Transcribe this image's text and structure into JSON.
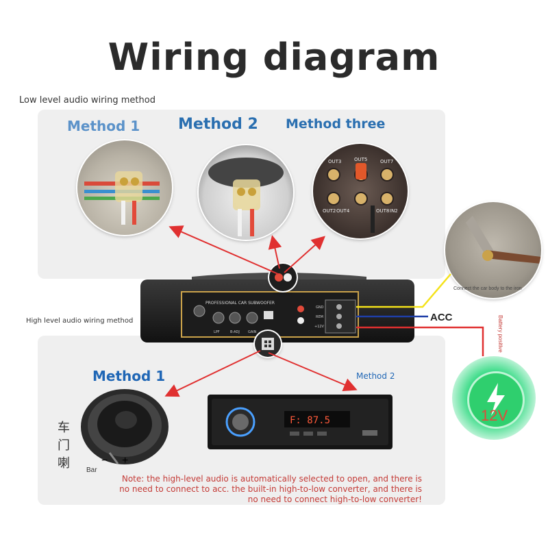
{
  "title": "Wiring diagram",
  "sections": {
    "low_level": "Low level audio wiring method",
    "high_level": "High level audio wiring method"
  },
  "low_methods": {
    "method1": "Method 1",
    "method2": "Method 2",
    "method3": "Method three"
  },
  "high_methods": {
    "method1": "Method 1",
    "method2": "Method 2"
  },
  "photos": {
    "rca_out_labels": [
      "OUT3",
      "OUT5",
      "OUT7",
      "OUT2",
      "OUT4",
      "OUT8",
      "IN2"
    ],
    "headunit_display": "F: 87.5"
  },
  "amp_panel": {
    "header": "PROFESSIONAL CAR SUBWOOFER",
    "knobs": [
      "LPF",
      "B-ADJ",
      "GAIN"
    ],
    "terminals": [
      "GND",
      "REM",
      "+12V"
    ]
  },
  "speaker_cn": [
    "车",
    "门",
    "喇"
  ],
  "speaker_polarity": {
    "minus": "−",
    "plus": "+",
    "bar": "Bar"
  },
  "wires": {
    "acc_label": "ACC",
    "ground_label": "Connect the car body to the iron",
    "battery_label": "Battery positive",
    "voltage": "12V"
  },
  "note": "Note: the high-level audio is automatically selected to open, and there is no need to connect to acc. the built-in high-to-low converter, and there is no need to connect high-to-low converter!",
  "colors": {
    "title": "#2b2b2b",
    "method_blue": "#2a6fb0",
    "arrow_red": "#e03030",
    "note_red": "#c43a36",
    "acc_yellow": "#f4e21a",
    "acc_blue": "#1f3fa8",
    "battery_glow": "#3fdc8a"
  }
}
